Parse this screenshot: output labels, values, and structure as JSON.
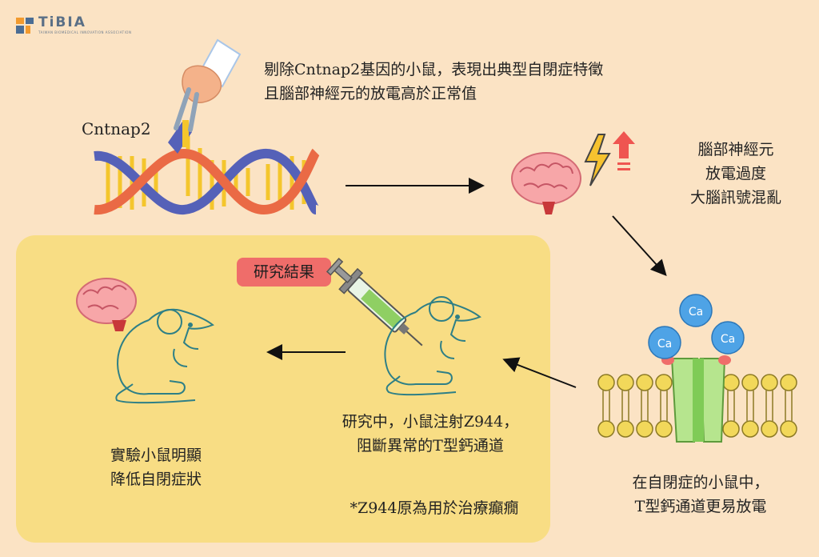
{
  "logo": {
    "word": "TiBIA",
    "subtitle": "TAIWAN BIOMEDICAL INNOVATION ASSOCIATION",
    "icon": "tibia-logo-icon"
  },
  "top": {
    "gene_label": "Cntnap2",
    "caption_line1": "剔除Cntnap2基因的小鼠，表現出典型自閉症特徵",
    "caption_line2": "且腦部神經元的放電高於正常值"
  },
  "brain_status": {
    "line1": "腦部神經元",
    "line2": "放電過度",
    "line3": "大腦訊號混亂"
  },
  "channel": {
    "ion_label": "Ca",
    "caption_line1": "在自閉症的小鼠中，",
    "caption_line2": "T型鈣通道更易放電"
  },
  "result": {
    "badge": "研究結果",
    "injection_line1": "研究中，小鼠注射Z944，",
    "injection_line2": "阻斷異常的T型鈣通道",
    "note": "*Z944原為用於治療癲癇",
    "outcome_line1": "實驗小鼠明顯",
    "outcome_line2": "降低自閉症狀"
  },
  "colors": {
    "background": "#fbe3c4",
    "panel": "#f8dd84",
    "badge": "#ef6d6a",
    "dna_red": "#ea6a45",
    "dna_blue": "#5561b8",
    "dna_yellow": "#f4c62c",
    "ca_blue": "#4ea3e6",
    "channel_green": "#b6e58e"
  }
}
